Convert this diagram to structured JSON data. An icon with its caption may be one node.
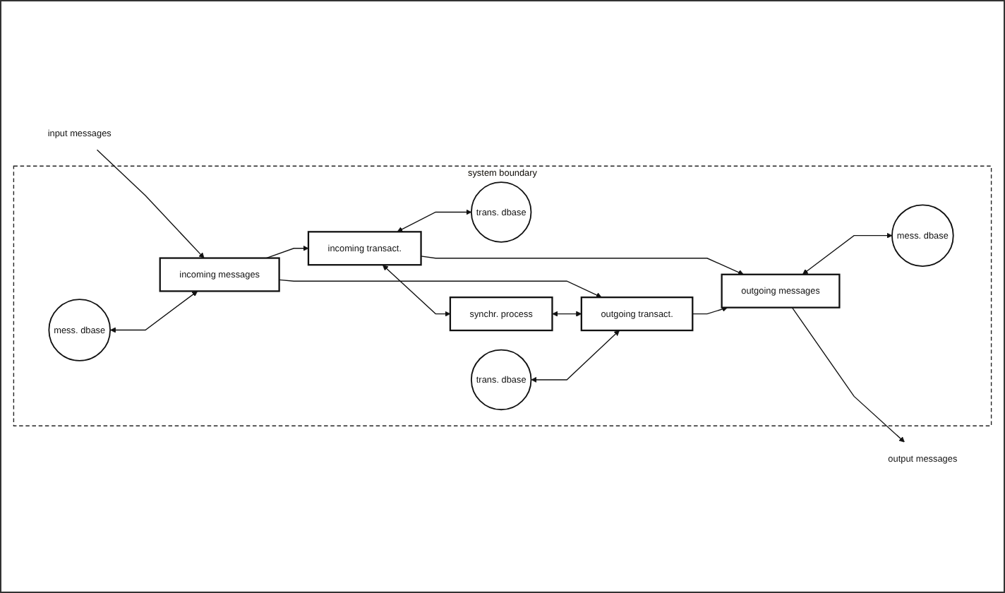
{
  "diagram": {
    "nodes": [
      {
        "text": [
          "system boundary"
        ]
      },
      {
        "text": [
          "mess. dbase"
        ],
        "in": 0
      },
      {
        "text": [
          "incoming transact."
        ],
        "in": 0
      },
      {
        "text": [
          "trans. dbase"
        ],
        "in": 0
      },
      {
        "text": [
          "incoming messages"
        ],
        "in": 0
      },
      {
        "text": [
          "synchr. process"
        ],
        "in": 0
      },
      {
        "text": [
          "outgoing messages"
        ],
        "in": 0
      },
      {
        "text": [
          "trans. dbase"
        ],
        "in": 0
      },
      {
        "text": [
          "outgoing transact."
        ],
        "in": 0
      },
      {
        "text": [
          "mess. dbase"
        ],
        "in": 0
      },
      {
        "text": [
          "input messages"
        ]
      },
      {
        "text": [
          "output messages"
        ]
      }
    ],
    "edges": [
      {
        "from": 10,
        "to": 4,
        "arrow": "to"
      },
      {
        "from": 1,
        "to": 4,
        "arrow": "both"
      },
      {
        "from": 4,
        "to": 2,
        "arrow": "to"
      },
      {
        "from": 4,
        "to": 8,
        "arrow": "to"
      },
      {
        "from": 2,
        "to": 3,
        "arrow": "both"
      },
      {
        "from": 2,
        "to": 5,
        "arrow": "both"
      },
      {
        "from": 5,
        "to": 8,
        "arrow": "both"
      },
      {
        "from": 7,
        "to": 8,
        "arrow": "both"
      },
      {
        "from": 2,
        "to": 6,
        "arrow": "to"
      },
      {
        "from": 8,
        "to": 6,
        "arrow": "to"
      },
      {
        "from": 6,
        "to": 9,
        "arrow": "both"
      },
      {
        "from": 6,
        "to": 11,
        "arrow": "to"
      }
    ]
  }
}
